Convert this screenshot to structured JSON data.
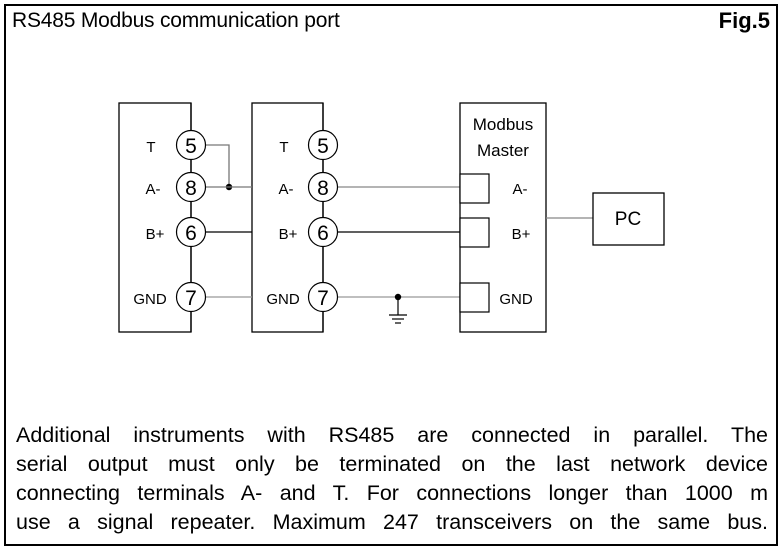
{
  "header": {
    "title": "RS485 Modbus communication port",
    "figure_label": "Fig.5"
  },
  "diagram": {
    "instrument_1": {
      "terminals": [
        {
          "label": "T",
          "number": "5"
        },
        {
          "label": "A-",
          "number": "8"
        },
        {
          "label": "B+",
          "number": "6"
        },
        {
          "label": "GND",
          "number": "7"
        }
      ]
    },
    "instrument_2": {
      "terminals": [
        {
          "label": "T",
          "number": "5"
        },
        {
          "label": "A-",
          "number": "8"
        },
        {
          "label": "B+",
          "number": "6"
        },
        {
          "label": "GND",
          "number": "7"
        }
      ]
    },
    "master": {
      "title_line1": "Modbus",
      "title_line2": "Master",
      "ports": [
        "A-",
        "B+",
        "GND"
      ]
    },
    "pc": {
      "label": "PC"
    }
  },
  "description": {
    "lines": [
      "Additional instruments with RS485 are connected in parallel. The",
      "serial output must only be terminated on the last network device",
      "connecting terminals A- and T. For connections longer than 1000 m",
      "use a signal repeater. Maximum 247 transceivers on the same bus."
    ]
  }
}
